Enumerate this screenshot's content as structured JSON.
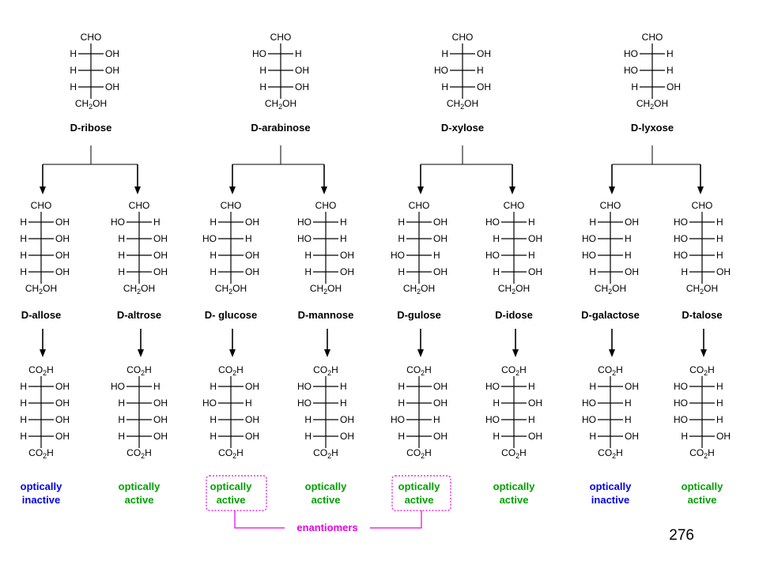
{
  "page_number": "276",
  "enantiomers_label": "enantiomers",
  "labels": {
    "cho": "CHO",
    "co2h_main": "CO",
    "co2h_sub": "2",
    "co2h_end": "H",
    "ch2oh_main": "CH",
    "ch2oh_sub": "2",
    "ch2oh_end": "OH"
  },
  "colors": {
    "inactive": "#0000e6",
    "active": "#00a000",
    "enantiomers": "#e600e6"
  },
  "pentoses": [
    {
      "name": "D-ribose",
      "rows": [
        [
          "H",
          "OH"
        ],
        [
          "H",
          "OH"
        ],
        [
          "H",
          "OH"
        ]
      ]
    },
    {
      "name": "D-arabinose",
      "rows": [
        [
          "HO",
          "H"
        ],
        [
          "H",
          "OH"
        ],
        [
          "H",
          "OH"
        ]
      ]
    },
    {
      "name": "D-xylose",
      "rows": [
        [
          "H",
          "OH"
        ],
        [
          "HO",
          "H"
        ],
        [
          "H",
          "OH"
        ]
      ]
    },
    {
      "name": "D-lyxose",
      "rows": [
        [
          "HO",
          "H"
        ],
        [
          "HO",
          "H"
        ],
        [
          "H",
          "OH"
        ]
      ]
    }
  ],
  "hexoses": [
    {
      "name": "D-allose",
      "rows": [
        [
          "H",
          "OH"
        ],
        [
          "H",
          "OH"
        ],
        [
          "H",
          "OH"
        ],
        [
          "H",
          "OH"
        ]
      ],
      "activity": [
        "optically",
        "inactive"
      ],
      "status": "inactive"
    },
    {
      "name": "D-altrose",
      "rows": [
        [
          "HO",
          "H"
        ],
        [
          "H",
          "OH"
        ],
        [
          "H",
          "OH"
        ],
        [
          "H",
          "OH"
        ]
      ],
      "activity": [
        "optically",
        "active"
      ],
      "status": "active"
    },
    {
      "name": "D- glucose",
      "rows": [
        [
          "H",
          "OH"
        ],
        [
          "HO",
          "H"
        ],
        [
          "H",
          "OH"
        ],
        [
          "H",
          "OH"
        ]
      ],
      "activity": [
        "optically",
        "active"
      ],
      "status": "active"
    },
    {
      "name": "D-mannose",
      "rows": [
        [
          "HO",
          "H"
        ],
        [
          "HO",
          "H"
        ],
        [
          "H",
          "OH"
        ],
        [
          "H",
          "OH"
        ]
      ],
      "activity": [
        "optically",
        "active"
      ],
      "status": "active"
    },
    {
      "name": "D-gulose",
      "rows": [
        [
          "H",
          "OH"
        ],
        [
          "H",
          "OH"
        ],
        [
          "HO",
          "H"
        ],
        [
          "H",
          "OH"
        ]
      ],
      "activity": [
        "optically",
        "active"
      ],
      "status": "active"
    },
    {
      "name": "D-idose",
      "rows": [
        [
          "HO",
          "H"
        ],
        [
          "H",
          "OH"
        ],
        [
          "HO",
          "H"
        ],
        [
          "H",
          "OH"
        ]
      ],
      "activity": [
        "optically",
        "active"
      ],
      "status": "active"
    },
    {
      "name": "D-galactose",
      "rows": [
        [
          "H",
          "OH"
        ],
        [
          "HO",
          "H"
        ],
        [
          "HO",
          "H"
        ],
        [
          "H",
          "OH"
        ]
      ],
      "activity": [
        "optically",
        "inactive"
      ],
      "status": "inactive"
    },
    {
      "name": "D-talose",
      "rows": [
        [
          "HO",
          "H"
        ],
        [
          "HO",
          "H"
        ],
        [
          "HO",
          "H"
        ],
        [
          "H",
          "OH"
        ]
      ],
      "activity": [
        "optically",
        "active"
      ],
      "status": "active"
    }
  ]
}
